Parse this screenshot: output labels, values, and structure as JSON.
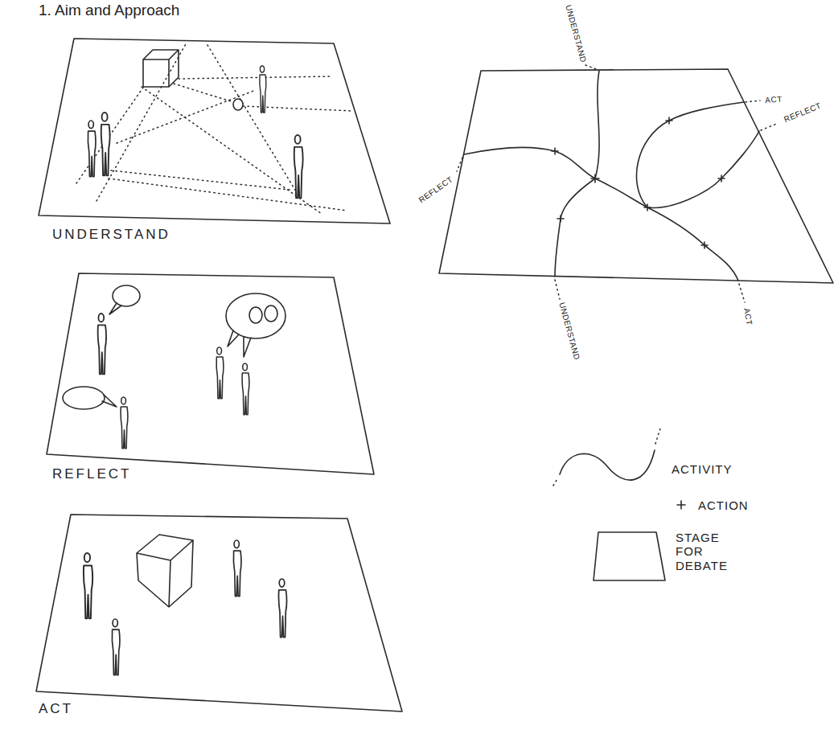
{
  "diagram": {
    "title": "1. Aim and Approach",
    "nodes": [
      {
        "text": [
          "UNDERSTAND"
        ]
      },
      {
        "text": [
          "REFLECT"
        ]
      },
      {
        "text": [
          "ACT"
        ]
      }
    ],
    "labels": [
      "UNDERSTAND",
      "ACT",
      "REFLECT",
      "REFLECT",
      "UNDERSTAND",
      "ACT"
    ],
    "legend": [
      {
        "text": "ACTIVITY"
      },
      {
        "text": "ACTION"
      },
      {
        "text": "STAGE FOR DEBATE"
      }
    ]
  }
}
